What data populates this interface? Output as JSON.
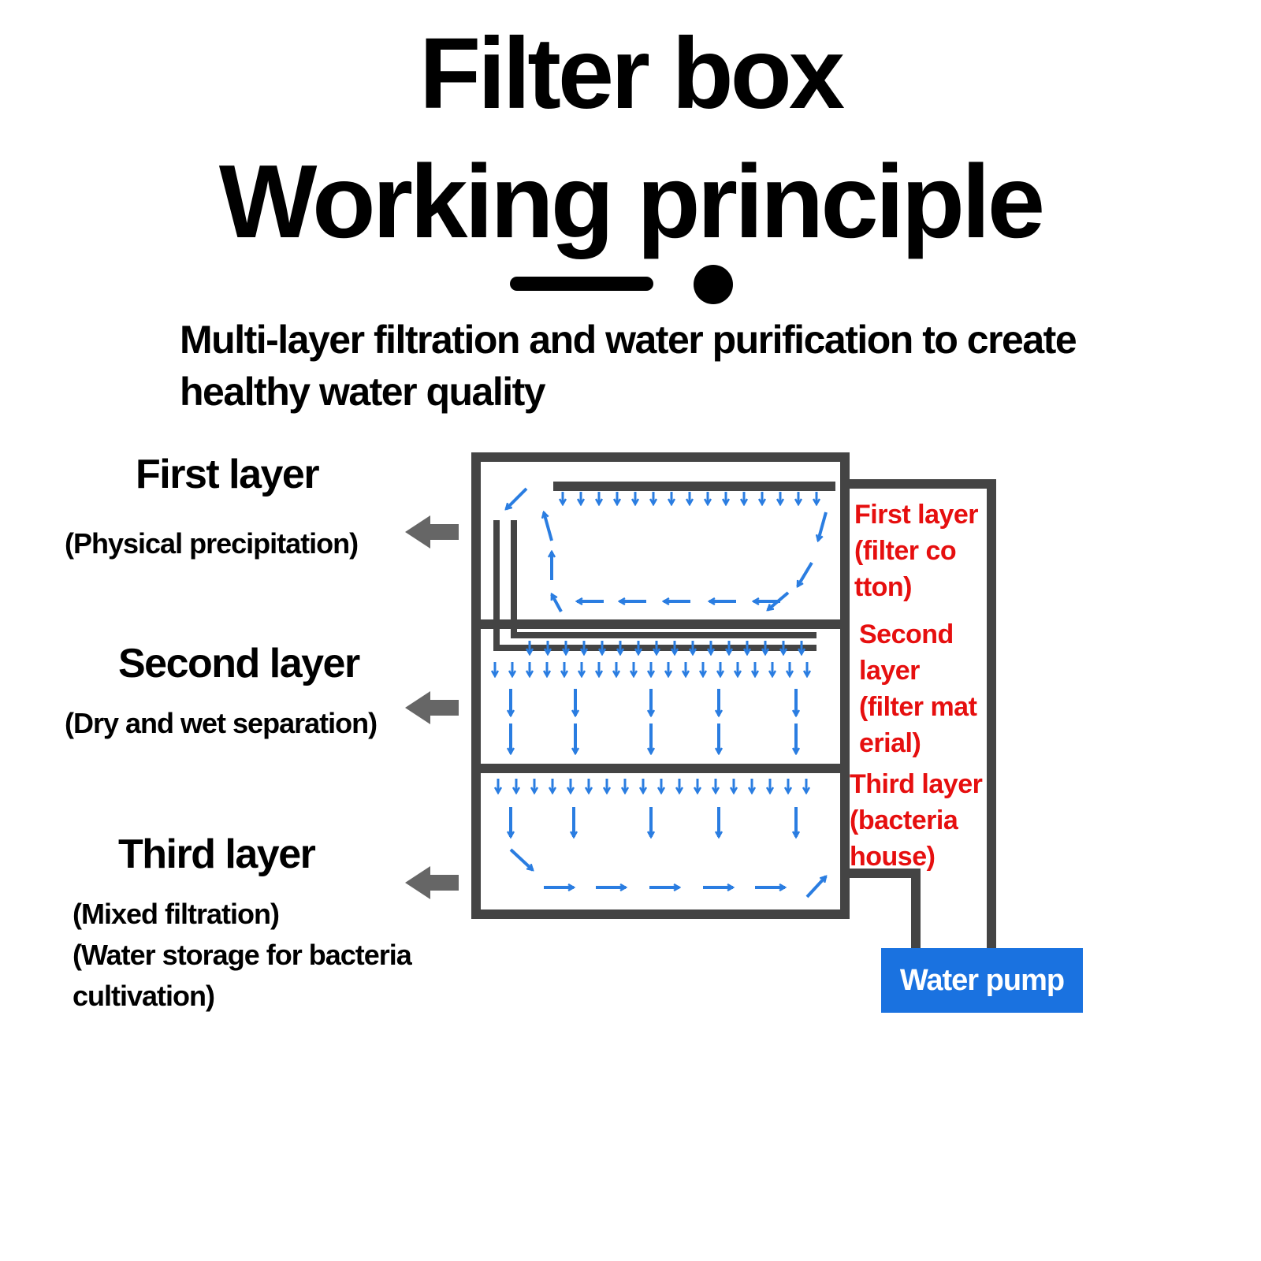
{
  "title": {
    "line1": "Filter box",
    "line2": "Working principle"
  },
  "subtitle": "Multi-layer filtration and water purification to create healthy water quality",
  "left_labels": {
    "first": {
      "heading": "First layer",
      "note": "(Physical precipitation)"
    },
    "second": {
      "heading": "Second layer",
      "note": "(Dry and wet separation)"
    },
    "third": {
      "heading": "Third layer",
      "note1": "(Mixed filtration)",
      "note2": "(Water storage for bacteria cultivation)"
    }
  },
  "right_labels": {
    "first": [
      "First layer",
      "(filter co",
      "tton)"
    ],
    "second": [
      "Second",
      "layer",
      "(filter mat",
      "erial)"
    ],
    "third": [
      "Third layer",
      "(bacteria",
      "house)"
    ]
  },
  "pump_label": "Water pump",
  "colors": {
    "flow_arrow": "#2a7de1",
    "box_line": "#444444",
    "side_arrow": "#666666",
    "annotation": "#e60f0f",
    "pump": "#1a72e0"
  }
}
